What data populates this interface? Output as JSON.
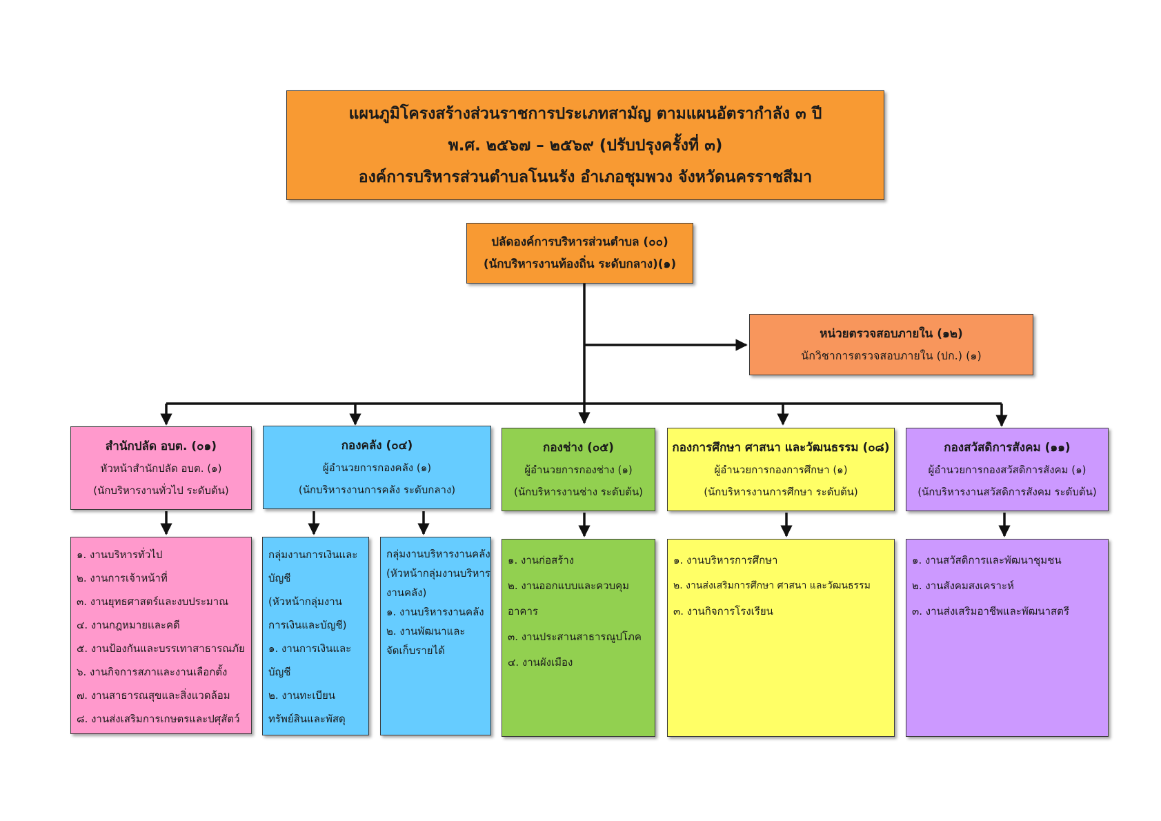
{
  "header": {
    "line1": "แผนภูมิโครงสร้างส่วนราชการประเภทสามัญ ตามแผนอัตรากำลัง ๓ ปี",
    "line2": "พ.ศ. ๒๕๖๗ – ๒๕๖๙ (ปรับปรุงครั้งที่ ๓)",
    "line3": "องค์การบริหารส่วนตำบลโนนรัง อำเภอชุมพวง จังหวัดนครราชสีมา"
  },
  "chief": {
    "line1": "ปลัดองค์การบริหารส่วนตำบล (๐๐)",
    "line2": "(นักบริหารงานท้องถิ่น ระดับกลาง)(๑)"
  },
  "audit": {
    "name": "หน่วยตรวจสอบภายใน (๑๒)",
    "position": "นักวิชาการตรวจสอบภายใน (ปก.) (๑)"
  },
  "divisions": [
    {
      "name": "สำนักปลัด อบต. (๐๑)",
      "head": "หัวหน้าสำนักปลัด อบต. (๑)",
      "level": "(นักบริหารงานทั่วไป ระดับต้น)",
      "tasks": [
        "๑. งานบริหารทั่วไป",
        "๒. งานการเจ้าหน้าที่",
        "๓. งานยุทธศาสตร์และงบประมาณ",
        "๔. งานกฎหมายและคดี",
        "๕. งานป้องกันและบรรเทาสาธารณภัย",
        "๖. งานกิจการสภาและงานเลือกตั้ง",
        "๗. งานสาธารณสุขและสิ่งแวดล้อม",
        "๘. งานส่งเสริมการเกษตรและปศุสัตว์"
      ]
    },
    {
      "name": "กองคลัง (๐๔)",
      "head": "ผู้อำนวยการกองคลัง (๑)",
      "level": "(นักบริหารงานการคลัง ระดับกลาง)",
      "groups": [
        {
          "lines": [
            "กลุ่มงานการเงินและ",
            "บัญชี",
            "(หัวหน้ากลุ่มงาน",
            "การเงินและบัญชี)",
            "๑. งานการเงินและ",
            "บัญชี",
            "๒. งานทะเบียน",
            "ทรัพย์สินและพัสดุ"
          ]
        },
        {
          "lines": [
            "กลุ่มงานบริหารงานคลัง",
            "(หัวหน้ากลุ่มงานบริหาร",
            "งานคลัง)",
            "๑. งานบริหารงานคลัง",
            "๒. งานพัฒนาและ",
            "จัดเก็บรายได้"
          ]
        }
      ]
    },
    {
      "name": "กองช่าง (๐๕)",
      "head": "ผู้อำนวยการกองช่าง (๑)",
      "level": "(นักบริหารงานช่าง ระดับต้น)",
      "tasks": [
        "๑. งานก่อสร้าง",
        "๒. งานออกแบบและควบคุม",
        "อาคาร",
        "๓. งานประสานสาธารณูปโภค",
        "๔. งานผังเมือง"
      ]
    },
    {
      "name": "กองการศึกษา ศาสนา และวัฒนธรรม (๐๘)",
      "head": "ผู้อำนวยการกองการศึกษา (๑)",
      "level": "(นักบริหารงานการศึกษา ระดับต้น)",
      "tasks": [
        "๑. งานบริหารการศึกษา",
        "๒. งานส่งเสริมการศึกษา ศาสนา และวัฒนธรรม",
        "๓. งานกิจการโรงเรียน"
      ]
    },
    {
      "name": "กองสวัสดิการสังคม (๑๑)",
      "head": "ผู้อำนวยการกองสวัสดิการสังคม (๑)",
      "level": "(นักบริหารงานสวัสดิการสังคม ระดับต้น)",
      "tasks": [
        "๑. งานสวัสดิการและพัฒนาชุมชน",
        "๒. งานสังคมสงเคราะห์",
        "๓. งานส่งเสริมอาชีพและพัฒนาสตรี"
      ]
    }
  ],
  "colors": {
    "header": "#f89a33",
    "audit": "#f8965c",
    "office": "#ff99cc",
    "finance": "#66ccff",
    "engineering": "#92d050",
    "education": "#ffff66",
    "welfare": "#cc99ff"
  }
}
